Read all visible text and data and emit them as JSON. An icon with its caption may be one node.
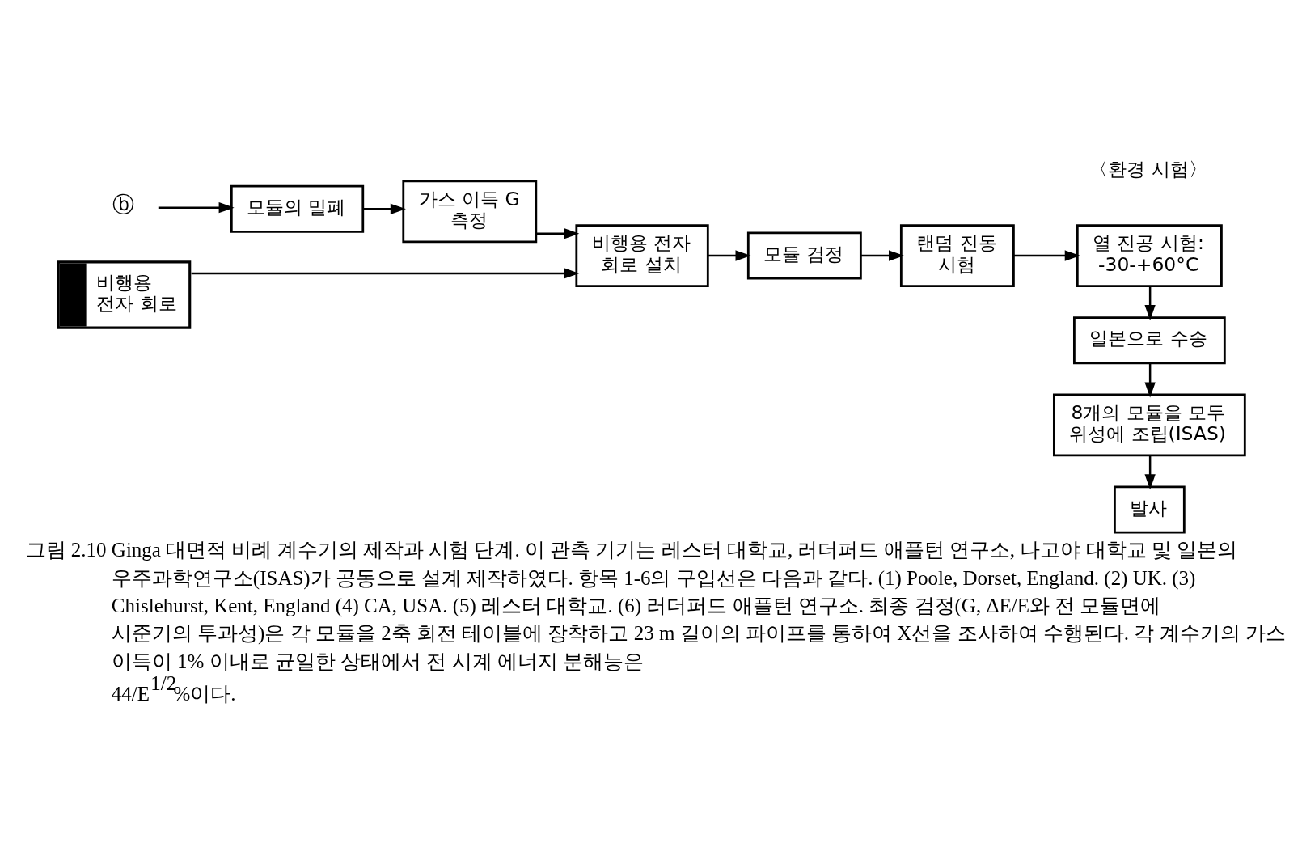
{
  "diagram": {
    "caption": "그림 2.10 Ginga 대면적 비례 계수기의 제작과 시험 단계. 이 관측 기기는 레스터 대학교, 러더퍼드 애플턴 연구소, 나고야 대학교 및 일본의 우주과학연구소(ISAS)가 공동으로 설계 제작하였다. 항목 1-6의 구입선은 다음과 같다. (1) Poole, Dorset, England. (2) UK. (3) Chislehurst, Kent, England (4) CA, USA. (5) 레스터 대학교. (6) 러더퍼드 애플턴 연구소. 최종 검정(G, ΔE/E와 전 모듈면에 시준기의 투과성)은 각 모듈을 2축 회전 테이블에 장착하고 23 m 길이의 파이프를 통하여 X선을 조사하여 수행된다. 각 계수기의 가스 이득이 1% 이내로 균일한 상태에서 전 시계 에너지 분해능은 44/E$^{1/2}$%이다.",
    "nodes": [
      {
        "text": [
          "ⓑ"
        ]
      },
      {
        "text": [
          "모듈의 밀폐"
        ]
      },
      {
        "text": [
          "가스 이득 G 측정"
        ]
      },
      {
        "text": [
          "비행용 전자 회로 설치"
        ]
      },
      {
        "text": [
          "비행용 전자 회로"
        ]
      },
      {
        "text": [
          "모듈 검정"
        ]
      },
      {
        "text": [
          "랜덤 진동 시험"
        ]
      },
      {
        "text": [
          "열 진공 시험: -30-+60°C"
        ]
      },
      {
        "text": [
          "일본으로 수송"
        ]
      },
      {
        "text": [
          "8개의 모듈을 모두 위성에 조립(ISAS)"
        ]
      },
      {
        "text": [
          "발사"
        ]
      }
    ],
    "edges": [
      {
        "from": 0,
        "to": 1,
        "arrow": "to"
      },
      {
        "from": 1,
        "to": 2,
        "arrow": "to"
      },
      {
        "from": 2,
        "to": 3,
        "arrow": "to"
      },
      {
        "from": 4,
        "to": 3,
        "arrow": "to"
      },
      {
        "from": 3,
        "to": 5,
        "arrow": "to"
      },
      {
        "from": 5,
        "to": 6,
        "arrow": "to"
      },
      {
        "from": 6,
        "to": 7,
        "arrow": "to"
      },
      {
        "from": 7,
        "to": 8,
        "arrow": "to"
      },
      {
        "from": 8,
        "to": 9,
        "arrow": "to"
      },
      {
        "from": 9,
        "to": 10,
        "arrow": "to"
      }
    ],
    "labels": [
      "〈환경 시험〉"
    ]
  }
}
